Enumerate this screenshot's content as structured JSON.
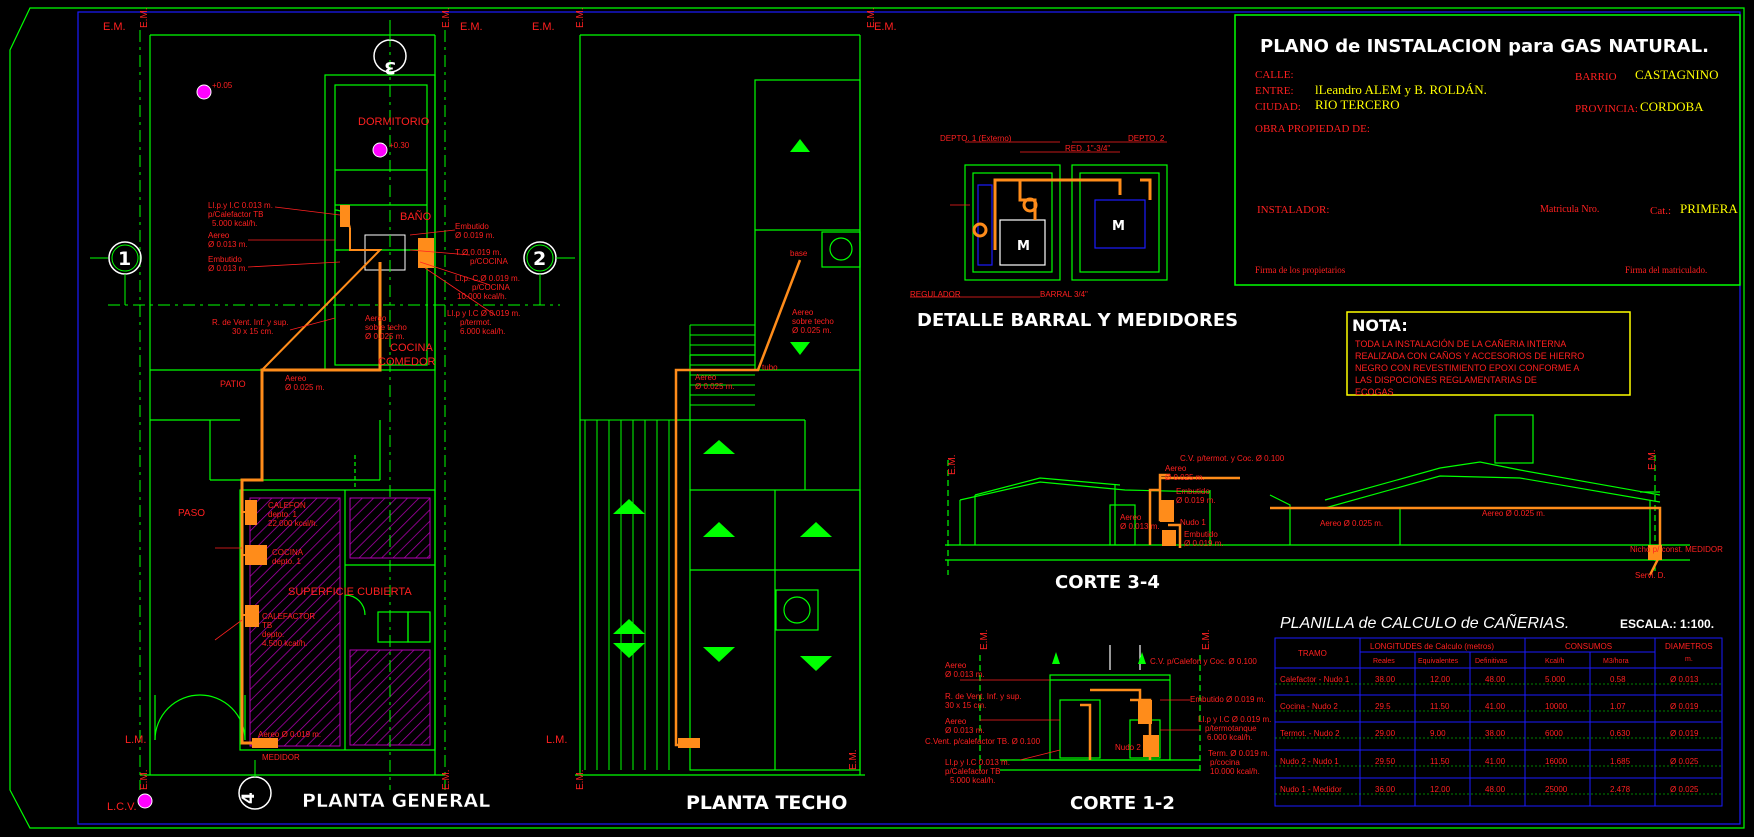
{
  "colors": {
    "background": "#000000",
    "line": "#00ff00",
    "pipe": "#ff8c1a",
    "note": "#ff2020",
    "title": "#ffffff",
    "frame": "#1a1aff",
    "hatch": "#b000b0",
    "arrow": "#00ff00",
    "accent": "#ffff00"
  },
  "markers": {
    "em": "E.M.",
    "lm": "L.M.",
    "lcv": "L.C.V.",
    "bubble_1": "1",
    "bubble_2": "2",
    "bubble_3": "3",
    "bubble_4": "4"
  },
  "titles": {
    "planta_general": "PLANTA GENERAL",
    "planta_techo": "PLANTA TECHO",
    "corte_34": "CORTE 3-4",
    "corte_12": "CORTE 1-2",
    "detalle": "DETALLE BARRAL Y MEDIDORES"
  },
  "rooms": {
    "dormitorio": "DORMITORIO",
    "bano": "BAÑO",
    "cocina": "COCINA",
    "comedor": "COMEDOR",
    "patio": "PATIO",
    "paso": "PASO",
    "superficie": "SUPERFICIE CUBIERTA",
    "medidor": "MEDIDOR"
  },
  "annotations": {
    "a1": "Ll.p.y I.C 0.013 m.",
    "a2": "p/Calefactor TB",
    "a3": "5.000 kcal/h.",
    "a4": "Aereo",
    "a5": "Ø 0.013 m.",
    "a6": "Embutido",
    "a7": "Ø 0.013 m.",
    "a8": "R. de Vent. Inf. y sup.",
    "a9": "30 x 15 cm.",
    "a10": "Aereo",
    "a11": "Ø 0.025 m.",
    "a12": "Embutido",
    "a13": "Ø 0.019 m.",
    "a14": "T Ø 0.019 m.",
    "a15": "p/COCINA",
    "a16": "Ll.p. C.Ø 0.019 m.",
    "a17": "p/COCINA",
    "a18": "10.000 kcal/h.",
    "a19": "Ll.p y I.C Ø 0.019 m.",
    "a20": "p/termot.",
    "a21": "6.000 kcal/h.",
    "a22": "Aereo",
    "a23": "sobre techo",
    "a24": "Ø 0.025 m.",
    "a25": "CALEFON",
    "a26": "depto. 1",
    "a27": "22.000 kcal/h.",
    "a28": "COCINA",
    "a29": "depto. 1",
    "a30": "CALEFACTOR",
    "a31": "TB",
    "a32": "depto.",
    "a33": "4.500 kcal/h.",
    "a34": "Aereo Ø 0.019 m.",
    "a35": "+0.05",
    "a36": "+0.30",
    "a37": "base",
    "a38": "tubo",
    "a39": "Aereo",
    "a40": "sobre techo",
    "a41": "Ø 0.025 m.",
    "a42": "C.V. p/termot. y Coc. Ø 0.100",
    "a43": "Aereo Ø 0.025 m.",
    "a44": "Aereo Ø 0.025 m.",
    "a45": "Nicho p/ const. MEDIDOR",
    "a46": "Servi. D.",
    "a47": "C.V. p/Calefon y Coc. Ø 0.100",
    "a48": "Embutido Ø 0.019 m.",
    "a49": "Ll.p y I.C Ø 0.019 m.",
    "a50": "p/termotanque",
    "a51": "6.000 kcal/h.",
    "a52": "Ll.p y I.C 0.013 m.",
    "a53": "p/Calefactor TB",
    "a54": "5.000 kcal/h.",
    "a55": "C.Vent. p/calefactor TB. Ø 0.100",
    "a56": "DEPTO. 1 (Externo)",
    "a57": "DEPTO. 2",
    "a58": "RED. 1\"-3/4\"",
    "a59": "REGULADOR",
    "a60": "BARRAL 3/4\"",
    "a61": "Nudo 1",
    "a62": "Nudo 2",
    "a63": "Term. Ø 0.019 m.",
    "a64": "p/cocina",
    "a65": "10.000 kcal/h."
  },
  "title_block": {
    "title": "PLANO de INSTALACION para GAS NATURAL.",
    "calle_label": "CALLE:",
    "entre_label": "ENTRE:",
    "entre_value": "lLeandro ALEM y B. ROLDÁN.",
    "ciudad_label": "CIUDAD:",
    "ciudad_value": "RIO TERCERO",
    "barrio_label": "BARRIO",
    "barrio_value": "CASTAGNINO",
    "provincia_label": "PROVINCIA:",
    "provincia_value": "CORDOBA",
    "obra_label": "OBRA PROPIEDAD DE:",
    "instalador_label": "INSTALADOR:",
    "matricula_label": "Matricula Nro.",
    "cat_label": "Cat.:",
    "cat_value": "PRIMERA",
    "firma_prop": "Firma de los propietarios",
    "firma_mat": "Firma del matriculado."
  },
  "nota": {
    "title": "NOTA:",
    "line1": "TODA LA INSTALACIÓN DE LA CAÑERIA INTERNA",
    "line2": "REALIZADA CON CAÑOS Y ACCESORIOS DE HIERRO",
    "line3": "NEGRO CON REVESTIMIENTO EPOXI CONFORME A",
    "line4": "LAS DISPOCIONES REGLAMENTARIAS DE",
    "line5": "ECOGAS"
  },
  "planilla": {
    "title": "PLANILLA de CALCULO de CAÑERIAS.",
    "escala": "ESCALA.: 1:100.",
    "headers": {
      "tramo": "TRAMO",
      "longitudes": "LONGITUDES de Calculo (metros)",
      "consumos": "CONSUMOS",
      "diametros": "DIAMETROS",
      "reales": "Reales",
      "equivalentes": "Equivalentes",
      "definitivas": "Definitivas",
      "kcalh": "Kcal/h",
      "m3h": "M3/hora",
      "m": "m."
    },
    "rows": [
      [
        "Calefactor - Nudo 1",
        "38.00",
        "12.00",
        "48.00",
        "5.000",
        "0.58",
        "Ø 0.013"
      ],
      [
        "Cocina - Nudo 2",
        "29.5",
        "11.50",
        "41.00",
        "10000",
        "1.07",
        "Ø 0.019"
      ],
      [
        "Termot. - Nudo 2",
        "29.00",
        "9.00",
        "38.00",
        "6000",
        "0.630",
        "Ø 0.019"
      ],
      [
        "Nudo 2 - Nudo 1",
        "29.50",
        "11.50",
        "41.00",
        "16000",
        "1.685",
        "Ø 0.025"
      ],
      [
        "Nudo 1 - Medidor",
        "36.00",
        "12.00",
        "48.00",
        "25000",
        "2.478",
        "Ø 0.025"
      ]
    ]
  }
}
